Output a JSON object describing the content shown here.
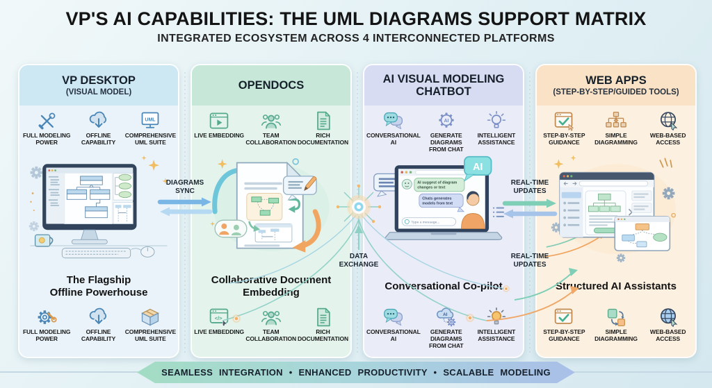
{
  "header": {
    "title": "VP'S AI CAPABILITIES: THE UML DIAGRAMS SUPPORT MATRIX",
    "subtitle": "INTEGRATED ECOSYSTEM ACROSS 4 INTERCONNECTED PLATFORMS"
  },
  "columns": [
    {
      "title": "VP DESKTOP",
      "subtitle": "(VISUAL MODEL)",
      "caption_lines": [
        "The Flagship",
        "Offline Powerhouse"
      ],
      "features_top": [
        {
          "icon": "crossed-tools-icon",
          "label": "FULL MODELING POWER"
        },
        {
          "icon": "cloud-download-icon",
          "label": "OFFLINE CAPABILITY"
        },
        {
          "icon": "uml-monitor-icon",
          "label": "COMPREHENSIVE UML SUITE"
        }
      ],
      "features_bottom": [
        {
          "icon": "gear-wrench-icon",
          "label": "FULL MODELING POWER"
        },
        {
          "icon": "cloud-download-icon",
          "label": "OFFLINE CAPABILITY"
        },
        {
          "icon": "package-icon",
          "label": "COMPREHENSIVE UML SUITE"
        }
      ]
    },
    {
      "title": "OPENDOCS",
      "subtitle": "",
      "caption_lines": [
        "Collaborative Document",
        "Embedding"
      ],
      "features_top": [
        {
          "icon": "browser-play-icon",
          "label": "LIVE EMBEDDING"
        },
        {
          "icon": "team-icon",
          "label": "TEAM COLLABORATION"
        },
        {
          "icon": "document-icon",
          "label": "RICH DOCUMENTATION"
        }
      ],
      "features_bottom": [
        {
          "icon": "browser-code-icon",
          "label": "LIVE EMBEDDING"
        },
        {
          "icon": "team-icon",
          "label": "TEAM COLLABORATION"
        },
        {
          "icon": "document-icon",
          "label": "RICH DOCUMENTATION"
        }
      ]
    },
    {
      "title": "AI VISUAL MODELING CHATBOT",
      "subtitle": "",
      "caption_lines": [
        "Conversational Co-pilot",
        ""
      ],
      "features_top": [
        {
          "icon": "chat-bubbles-icon",
          "label": "CONVERSATIONAL AI"
        },
        {
          "icon": "ai-gear-icon",
          "label": "GENERATE DIAGRAMS FROM CHAT"
        },
        {
          "icon": "lightbulb-icon",
          "label": "INTELLIGENT ASSISTANCE"
        }
      ],
      "features_bottom": [
        {
          "icon": "chat-bubbles-icon",
          "label": "CONVERSATIONAL AI"
        },
        {
          "icon": "ai-cloud-gear-icon",
          "label": "GENERATE DIAGRAMS FROM CHAT"
        },
        {
          "icon": "lightbulb-filled-icon",
          "label": "INTELLIGENT ASSISTANCE"
        }
      ]
    },
    {
      "title": "WEB APPS",
      "subtitle": "(STEP-BY-STEP/GUIDED TOOLS)",
      "caption_lines": [
        "Structured AI Assistants",
        ""
      ],
      "features_top": [
        {
          "icon": "browser-check-icon",
          "label": "STEP-BY-STEP GUIDANCE"
        },
        {
          "icon": "flowchart-icon",
          "label": "SIMPLE DIAGRAMMING"
        },
        {
          "icon": "globe-icon",
          "label": "WEB-BASED ACCESS"
        }
      ],
      "features_bottom": [
        {
          "icon": "browser-check-icon",
          "label": "STEP-BY-STEP GUIDANCE"
        },
        {
          "icon": "shapes-arrows-icon",
          "label": "SIMPLE DIAGRAMMING"
        },
        {
          "icon": "globe-cursor-icon",
          "label": "WEB-BASED ACCESS"
        }
      ]
    }
  ],
  "connectors": {
    "diagrams_sync": "DIAGRAMS SYNC",
    "data_exchange": "DATA EXCHANGE",
    "realtime_top": "REAL-TIME UPDATES",
    "realtime_bottom": "REAL-TIME UPDATES"
  },
  "chat": {
    "ai_line1": "AI suggest of diagram",
    "ai_line2": "changes or text",
    "user_line1": "Chats generates",
    "user_line2": "models from text",
    "input_placeholder": "Type a message...",
    "ai_badge": "AI"
  },
  "icons": {
    "uml": "UML",
    "ai": "AI",
    "code": "</>"
  },
  "footer": {
    "banner": "SEAMLESS INTEGRATION • ENHANCED PRODUCTIVITY • SCALABLE MODELING"
  }
}
